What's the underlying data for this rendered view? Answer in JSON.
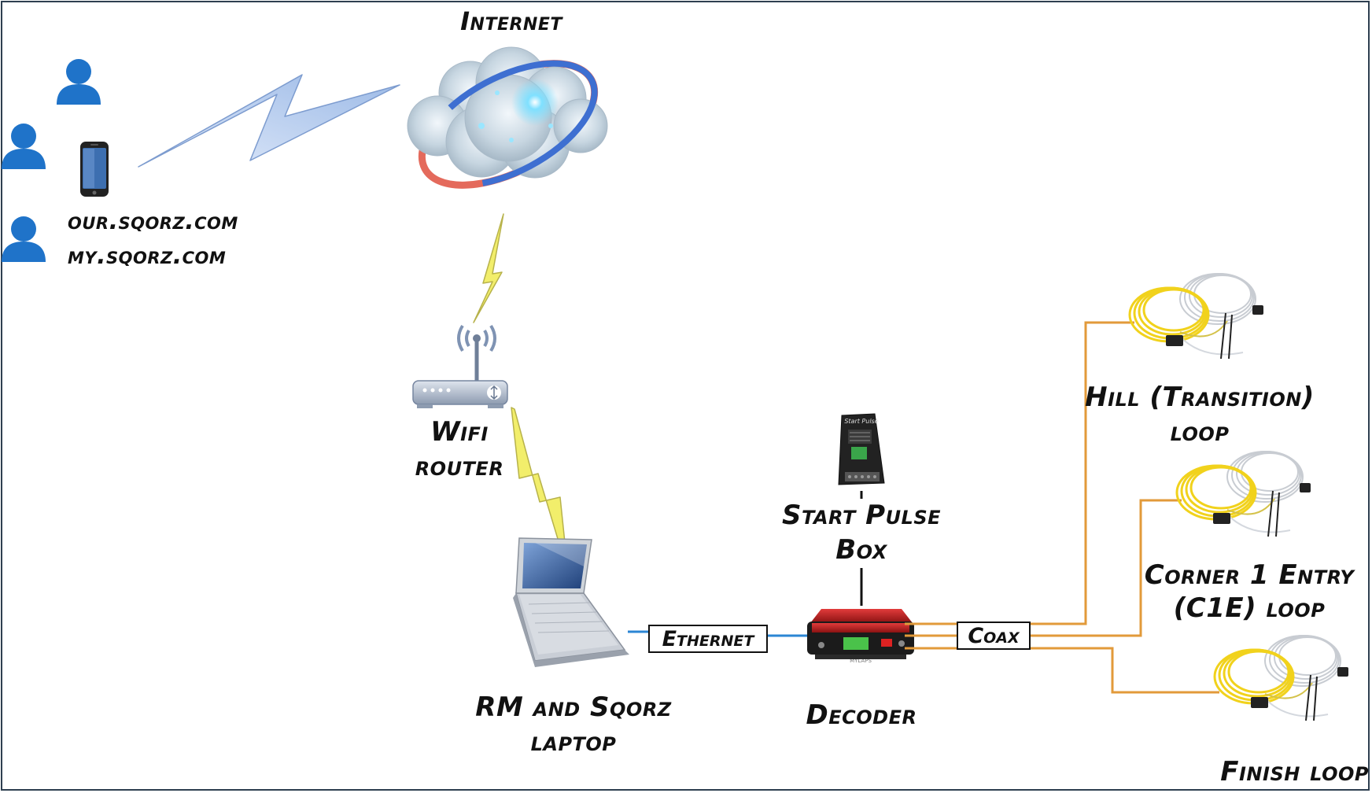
{
  "labels": {
    "internet": "Internet",
    "urls": [
      "our.sqorz.com",
      "my.sqorz.com"
    ],
    "wifi_router": [
      "Wifi",
      "router"
    ],
    "laptop": [
      "RM and Sqorz",
      "laptop"
    ],
    "start_pulse_box": [
      "Start Pulse",
      "Box"
    ],
    "decoder": "Decoder",
    "ethernet": "Ethernet",
    "coax": "Coax",
    "hill_loop": [
      "Hill (Transition)",
      "loop"
    ],
    "corner_loop": [
      "Corner 1 Entry",
      "(C1E) loop"
    ],
    "finish_loop": "Finish loop"
  },
  "device_text": {
    "start_pulse_screen": "Start Pulse",
    "decoder_brand": "MYLAPS"
  },
  "colors": {
    "frame": "#2e3f50",
    "user_icon": "#1f73c9",
    "lightning_blue": "#b9cff0",
    "lightning_yellow": "#f2ee6b",
    "ethernet_line": "#2b86d4",
    "coax_line": "#e29a3a",
    "loop_yellow": "#f1d21c"
  }
}
